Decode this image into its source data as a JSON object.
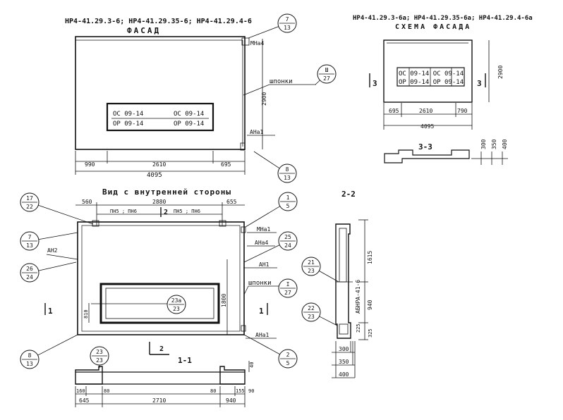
{
  "titles": {
    "facade_marks": "НР4-41.29.3-6; НР4-41.29.35-6; НР4-41.29.4-6",
    "facade": "ФАСАД",
    "scheme_marks": "НР4-41.29.3-6а; НР4-41.29.35-6а; НР4-41.29.4-6а",
    "scheme": "СХЕМА ФАСАДА",
    "inner_view": "Вид с внутренней стороны",
    "sec_22": "2-2",
    "sec_33": "3-3",
    "sec_11": "1-1"
  },
  "facade": {
    "mna": "МНа4",
    "shponki": "шпонки",
    "ana": "АНа1",
    "window_l1": "ОС 09-14",
    "window_l2": "ОР 09-14",
    "window_r1": "ОС 09-14",
    "window_r2": "ОР 09-14",
    "dims": [
      "990",
      "2610",
      "695",
      "4095"
    ],
    "height": "2900"
  },
  "scheme": {
    "r1": "ОС 09-14  ОС 09-14",
    "r2": "ОР 09-14  ОР 09-14",
    "dims": [
      "695",
      "2610",
      "790",
      "4095"
    ],
    "height": "2900",
    "sec_left": "3",
    "sec_right": "3",
    "dims33": [
      "300",
      "350",
      "400"
    ]
  },
  "inner": {
    "top_dims": [
      "560",
      "2880",
      "655"
    ],
    "pn_left": "ПН5 ; ПН6",
    "pn_right": "ПН5 ; ПН6",
    "sec_top": "2",
    "sec_bottom": "2",
    "sec_left": "1",
    "sec_right": "1",
    "mna": "МНа1",
    "ana4": "АНа4",
    "an1": "АН1",
    "shponki": "шпонки",
    "ana1": "АНа1",
    "an2": "АН2",
    "h1800": "1800",
    "h810": "810"
  },
  "section22": {
    "label": "АБНРА-41-6",
    "dims_v": [
      "1615",
      "940",
      "325",
      "225"
    ],
    "dims_h": [
      "300",
      "350",
      "400"
    ]
  },
  "section11": {
    "dims_a": [
      "160",
      "80",
      "80",
      "155",
      "90"
    ],
    "dims_b": [
      "645",
      "2710",
      "940"
    ],
    "d40": "40"
  },
  "callouts": [
    {
      "top": "7",
      "bottom": "13"
    },
    {
      "top": "Ш",
      "bottom": "27"
    },
    {
      "top": "8",
      "bottom": "13"
    },
    {
      "top": "17",
      "bottom": "22"
    },
    {
      "top": "7",
      "bottom": "13"
    },
    {
      "top": "26",
      "bottom": "24"
    },
    {
      "top": "8",
      "bottom": "13"
    },
    {
      "top": "23",
      "bottom": "23"
    },
    {
      "top": "1",
      "bottom": "5"
    },
    {
      "top": "25",
      "bottom": "24"
    },
    {
      "top": "I",
      "bottom": "27"
    },
    {
      "top": "2",
      "bottom": "5"
    },
    {
      "top": "21",
      "bottom": "23"
    },
    {
      "top": "22",
      "bottom": "23"
    },
    {
      "top": "23а",
      "bottom": "23"
    }
  ]
}
